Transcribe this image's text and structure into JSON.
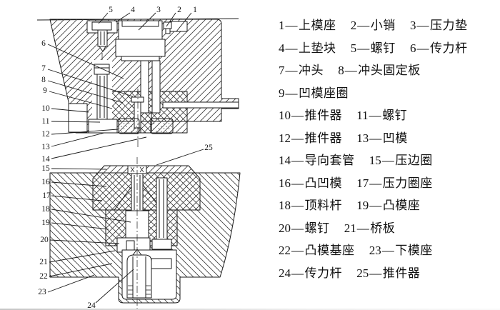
{
  "figure": {
    "kind": "die-assembly-sectional-drawing"
  },
  "legend": {
    "separator": "—",
    "entries": [
      {
        "num": "1",
        "name": "上模座"
      },
      {
        "num": "2",
        "name": "小销"
      },
      {
        "num": "3",
        "name": "压力垫"
      },
      {
        "num": "4",
        "name": "上垫块"
      },
      {
        "num": "5",
        "name": "螺钉"
      },
      {
        "num": "6",
        "name": "传力杆"
      },
      {
        "num": "7",
        "name": "冲头"
      },
      {
        "num": "8",
        "name": "冲头固定板"
      },
      {
        "num": "9",
        "name": "凹模座圈"
      },
      {
        "num": "10",
        "name": "推件器"
      },
      {
        "num": "11",
        "name": "螺钉"
      },
      {
        "num": "12",
        "name": "推件器"
      },
      {
        "num": "13",
        "name": "凹模"
      },
      {
        "num": "14",
        "name": "导向套管"
      },
      {
        "num": "15",
        "name": "压边圈"
      },
      {
        "num": "16",
        "name": "凸凹模"
      },
      {
        "num": "17",
        "name": "压力圈座"
      },
      {
        "num": "18",
        "name": "顶料杆"
      },
      {
        "num": "19",
        "name": "凸模座"
      },
      {
        "num": "20",
        "name": "螺钉"
      },
      {
        "num": "21",
        "name": "桥板"
      },
      {
        "num": "22",
        "name": "凸模基座"
      },
      {
        "num": "23",
        "name": "下模座"
      },
      {
        "num": "24",
        "name": "传力杆"
      },
      {
        "num": "25",
        "name": "推件器"
      }
    ]
  },
  "colors": {
    "line": "#1a1a1a",
    "background": "#ffffff",
    "hatch": "#3a3a3a",
    "stipple": "#666666"
  }
}
